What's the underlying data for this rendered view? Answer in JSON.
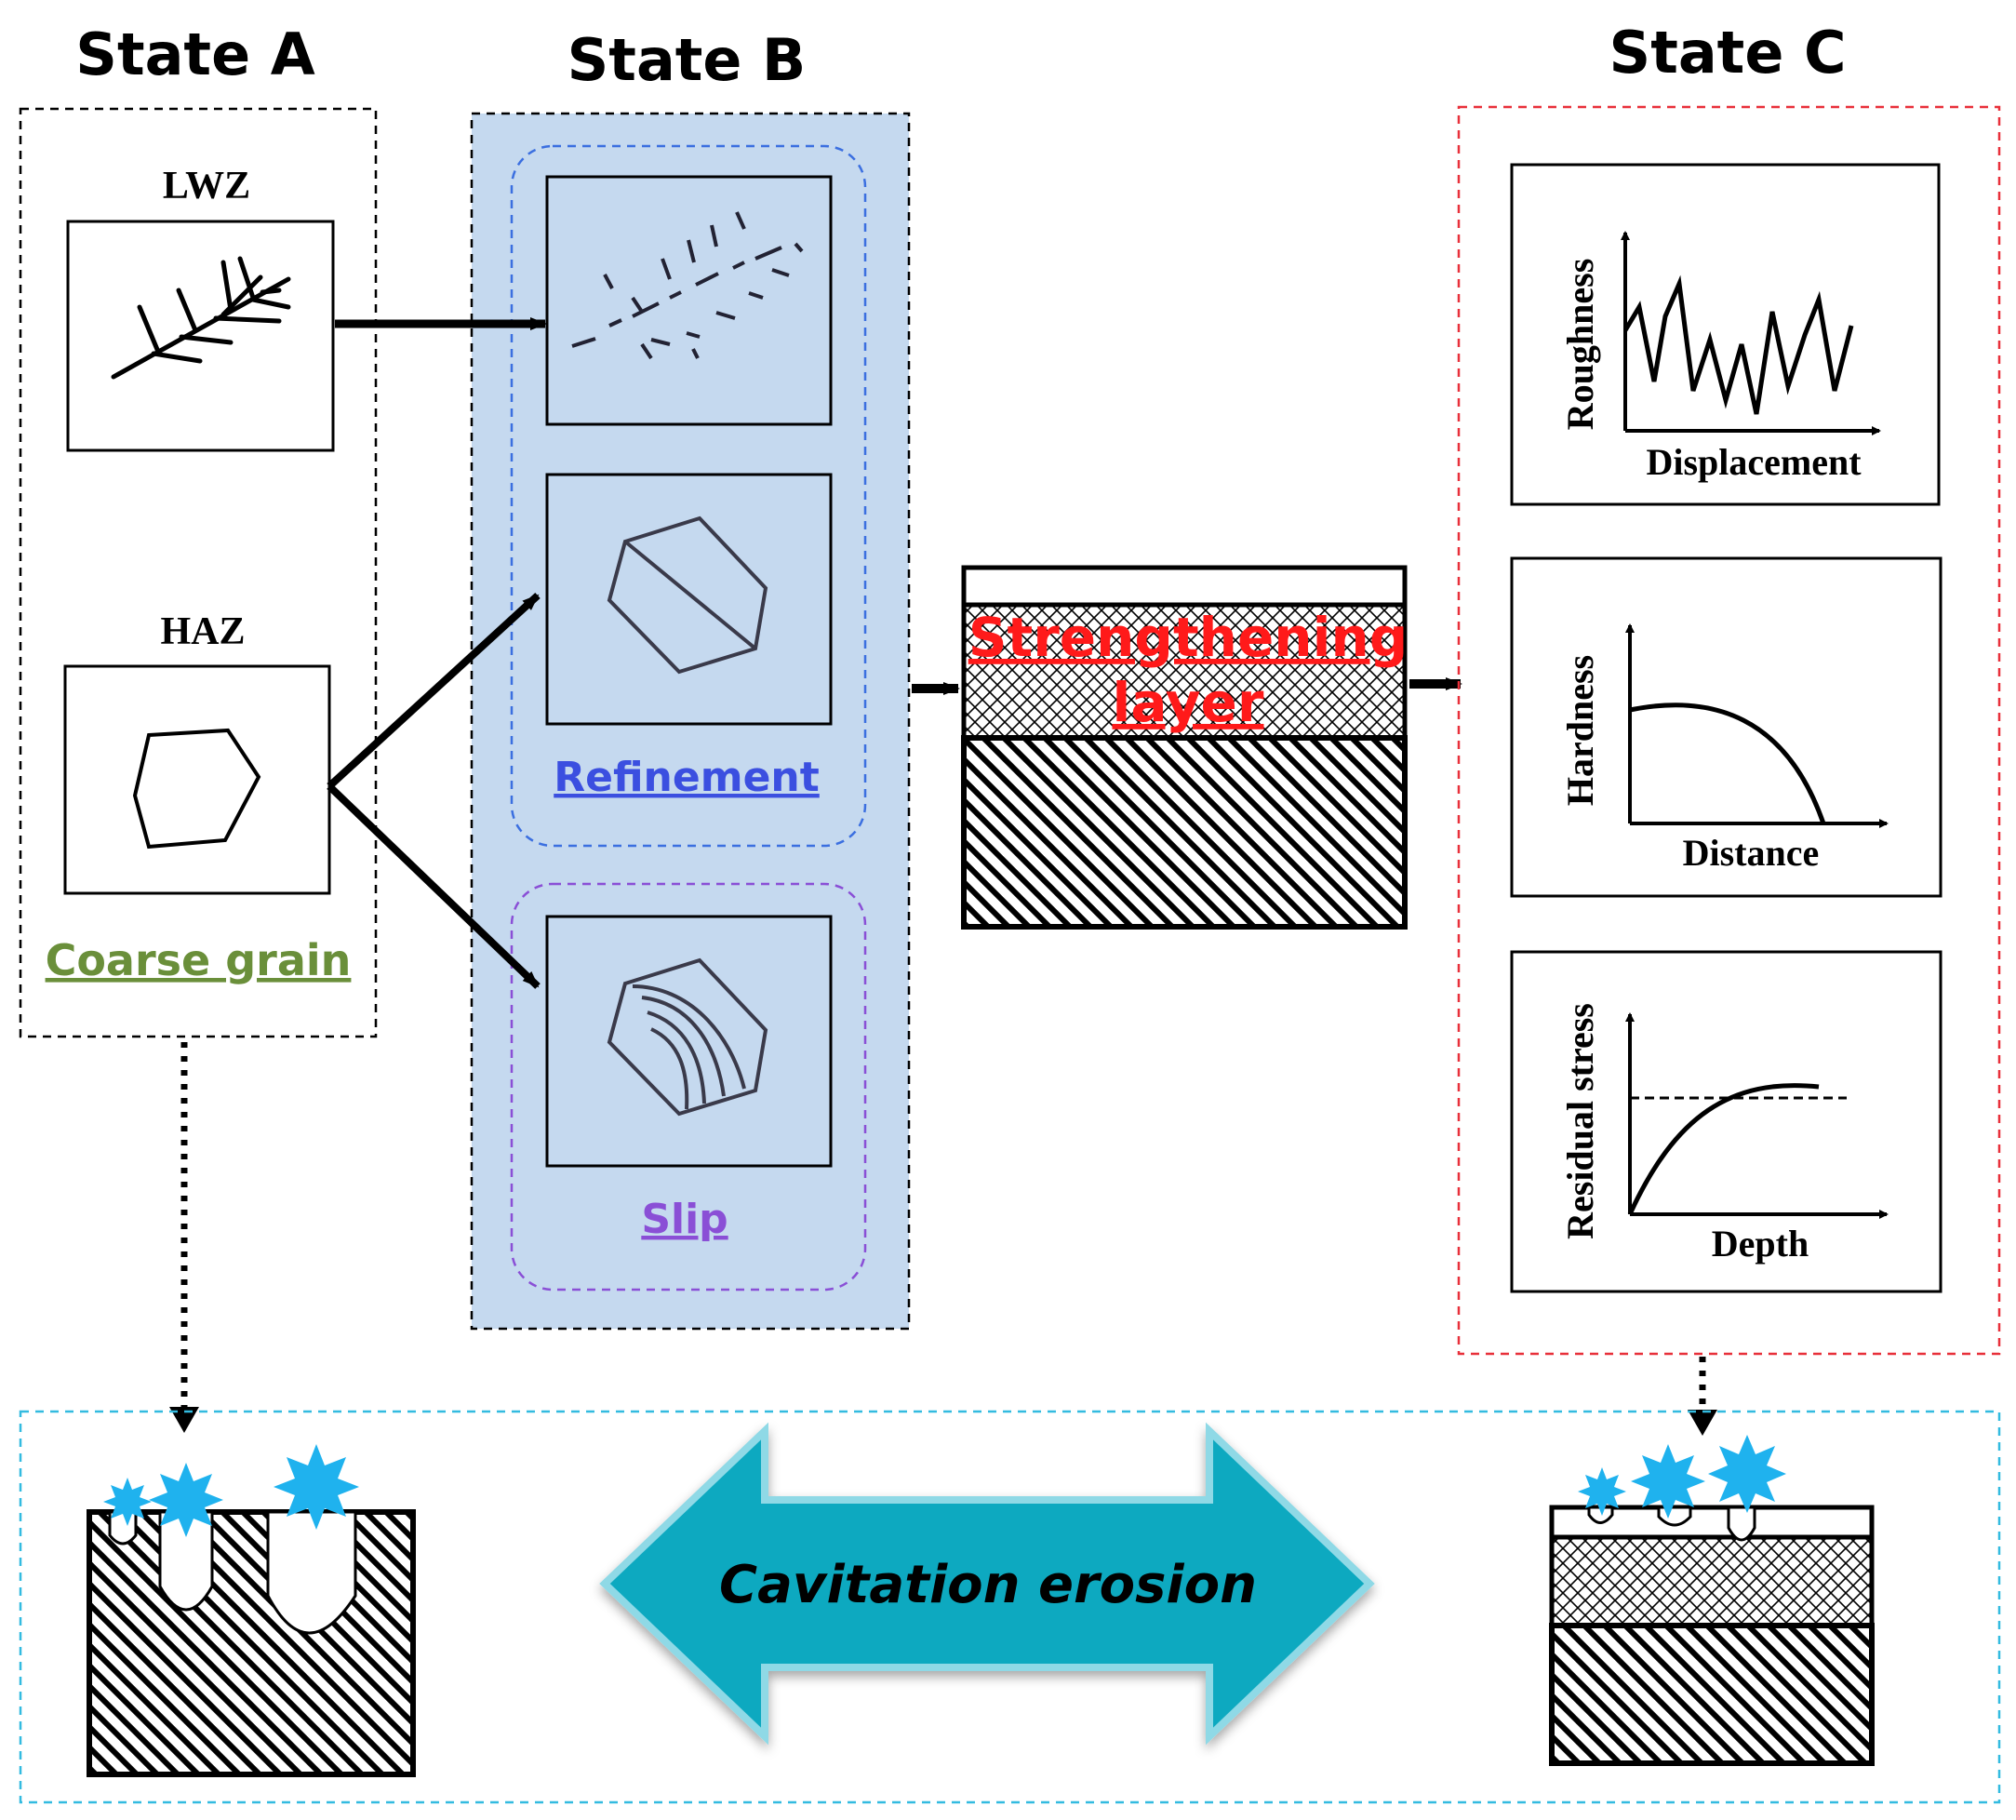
{
  "titles": {
    "state_a": "State A",
    "state_b": "State B",
    "state_c": "State C"
  },
  "state_a": {
    "lwz_label": "LWZ",
    "haz_label": "HAZ",
    "caption": "Coarse grain"
  },
  "state_b": {
    "refinement_label": "Refinement",
    "slip_label": "Slip"
  },
  "center": {
    "line1": "Strengthening",
    "line2": "layer"
  },
  "state_c": {
    "roughness_plot": {
      "ylabel": "Roughness",
      "xlabel": "Displacement"
    },
    "hardness_plot": {
      "ylabel": "Hardness",
      "xlabel": "Distance"
    },
    "stress_plot": {
      "ylabel": "Residual stress",
      "xlabel": "Depth"
    }
  },
  "bottom": {
    "arrow_label": "Cavitation erosion"
  },
  "colors": {
    "state_b_fill": "#c5d9ef",
    "state_c_border": "#e8303a",
    "bottom_border": "#33bbe0",
    "coarse_grain": "#6a8f3a",
    "refinement": "#3b4fe0",
    "slip": "#8a4fd6",
    "strengthening": "#ff1a1a",
    "bubble": "#1fb2ee",
    "cavitation_arrow": "#0fa9c0"
  }
}
